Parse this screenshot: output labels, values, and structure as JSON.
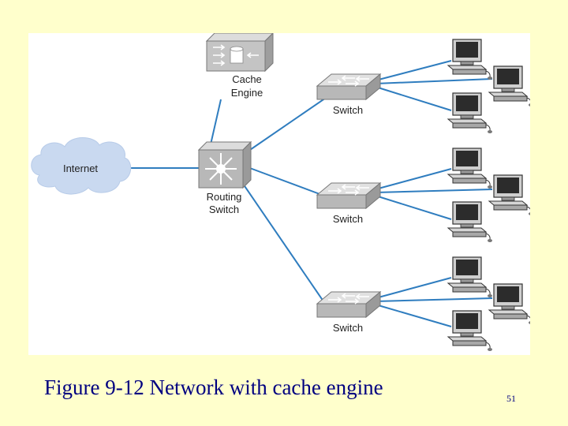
{
  "colors": {
    "background": "#ffffcc",
    "panel": "#ffffff",
    "link": "#2f7dbf",
    "cloud": "#c9d9f0",
    "device": "#bdbdbd",
    "caption": "#000080"
  },
  "nodes": {
    "cache_engine": {
      "label_line1": "Cache",
      "label_line2": "Engine",
      "icon": "cache-engine-icon"
    },
    "internet": {
      "label": "Internet",
      "icon": "cloud-icon"
    },
    "routing_switch": {
      "label_line1": "Routing",
      "label_line2": "Switch",
      "icon": "routing-switch-icon"
    },
    "switches": [
      {
        "label": "Switch",
        "icon": "switch-icon"
      },
      {
        "label": "Switch",
        "icon": "switch-icon"
      },
      {
        "label": "Switch",
        "icon": "switch-icon"
      }
    ],
    "workstations_per_switch": 3,
    "workstation_icon": "computer-icon"
  },
  "caption": "Figure 9-12 Network with cache engine",
  "page_number": "51"
}
